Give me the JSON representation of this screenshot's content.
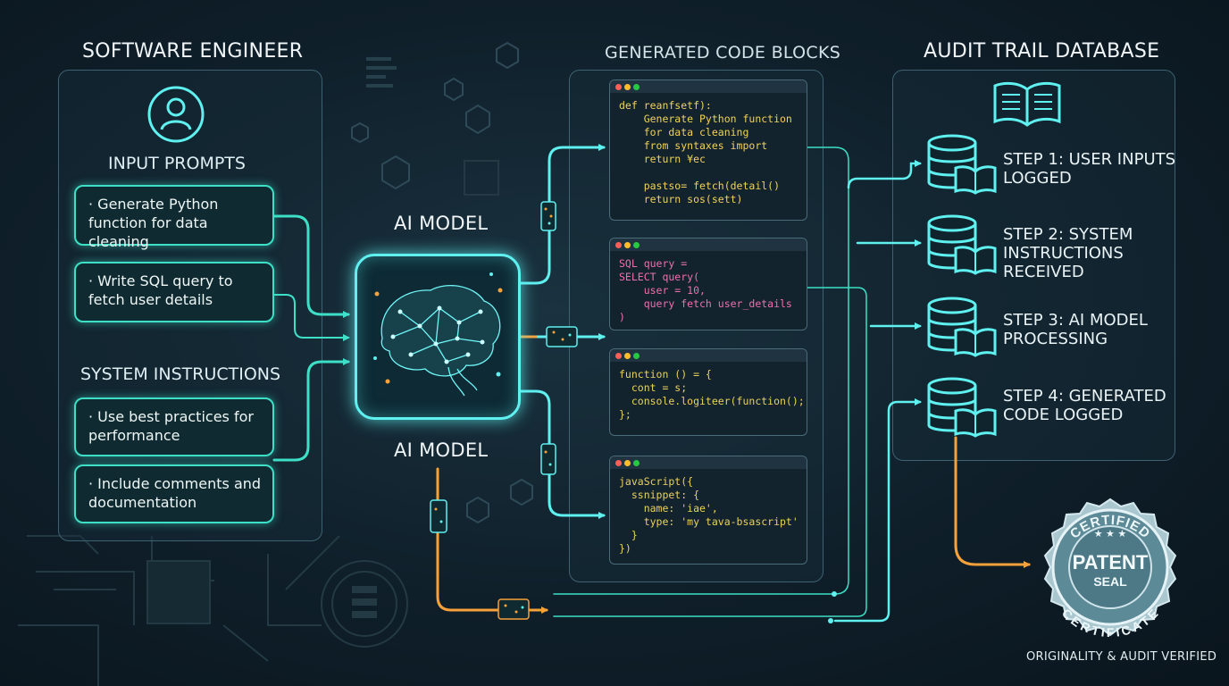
{
  "engineer": {
    "header": "SOFTWARE ENGINEER",
    "input_title": "INPUT PROMPTS",
    "prompts": [
      "Generate Python function for data cleaning",
      "Write SQL query to fetch user details"
    ],
    "system_title": "SYSTEM INSTRUCTIONS",
    "instructions": [
      "Use best practices for performance",
      "Include comments and documentation"
    ]
  },
  "ai_model": {
    "label_top": "AI MODEL",
    "label_bottom": "AI MODEL"
  },
  "code_blocks": {
    "header": "GENERATED CODE BLOCKS",
    "blocks": [
      "def reanfsetf):\n    Generate Python function\n    for data cleaning\n    from syntaxes import\n    return ¥ec\n\n    pastso= fetch(detail()\n    return sos(sett)",
      "SQL query =\nSELECT query(\n    user = 10,\n    query fetch user_details\n)",
      "function () = {\n  cont = s;\n  console.logiteer(function();\n};",
      "javaScript({\n  ssnippet: {\n    name: 'iae',\n    type: 'my tava-bsascript'\n  }\n})"
    ]
  },
  "audit": {
    "header": "AUDIT TRAIL DATABASE",
    "steps": [
      "STEP 1: USER INPUTS\nLOGGED",
      "STEP 2: SYSTEM\nINSTRUCTIONS\nRECEIVED",
      "STEP 3: AI MODEL\nPROCESSING",
      "STEP 4: GENERATED\nCODE LOGGED"
    ]
  },
  "seal": {
    "top_text": "CERTIFIED",
    "main_text": "PATENT",
    "sub_text": "SEAL",
    "bottom_text": "CERTIFICATE",
    "caption": "ORIGINALITY & AUDIT VERIFIED"
  },
  "colors": {
    "cyan": "#5ff0f0",
    "teal": "#3ddfc6",
    "orange": "#f7a13a",
    "panel_border": "#3e6271"
  }
}
